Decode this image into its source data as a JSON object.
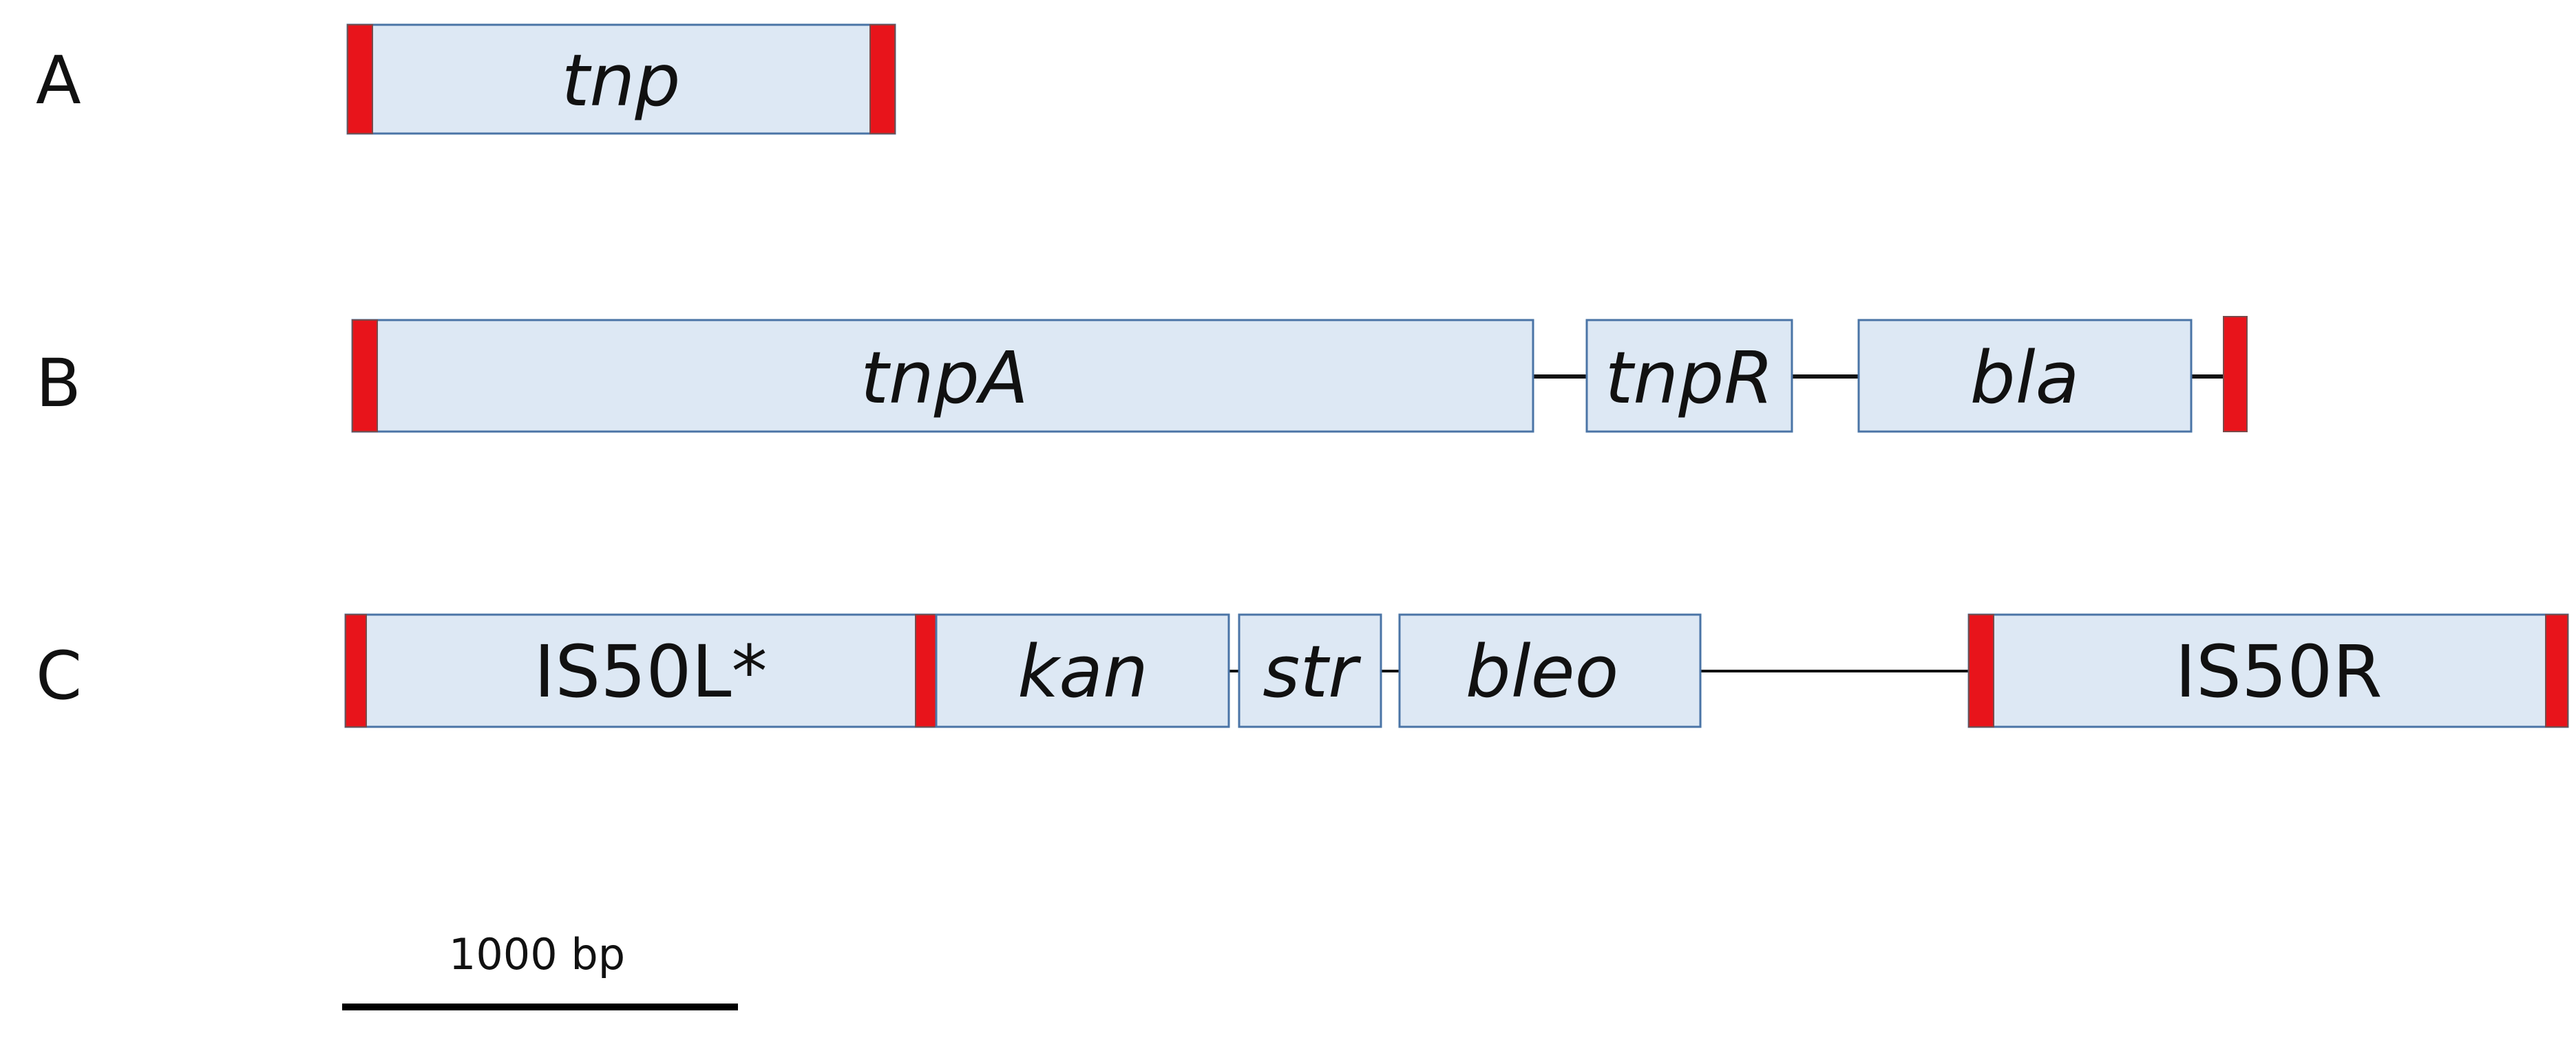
{
  "rows": [
    {
      "label": "A",
      "genes": [
        {
          "name": "tnp"
        }
      ]
    },
    {
      "label": "B",
      "genes": [
        {
          "name": "tnpA"
        },
        {
          "name": "tnpR"
        },
        {
          "name": "bla"
        }
      ]
    },
    {
      "label": "C",
      "genes": [
        {
          "name": "IS50L*"
        },
        {
          "name": "kan"
        },
        {
          "name": "str"
        },
        {
          "name": "bleo"
        },
        {
          "name": "IS50R"
        }
      ]
    }
  ],
  "scale_bar": {
    "label": "1000 bp"
  },
  "colors": {
    "gene_fill": "#dde8f4",
    "gene_border": "#4a74a6",
    "inverted_repeat": "#e8141b",
    "line": "#111111"
  }
}
